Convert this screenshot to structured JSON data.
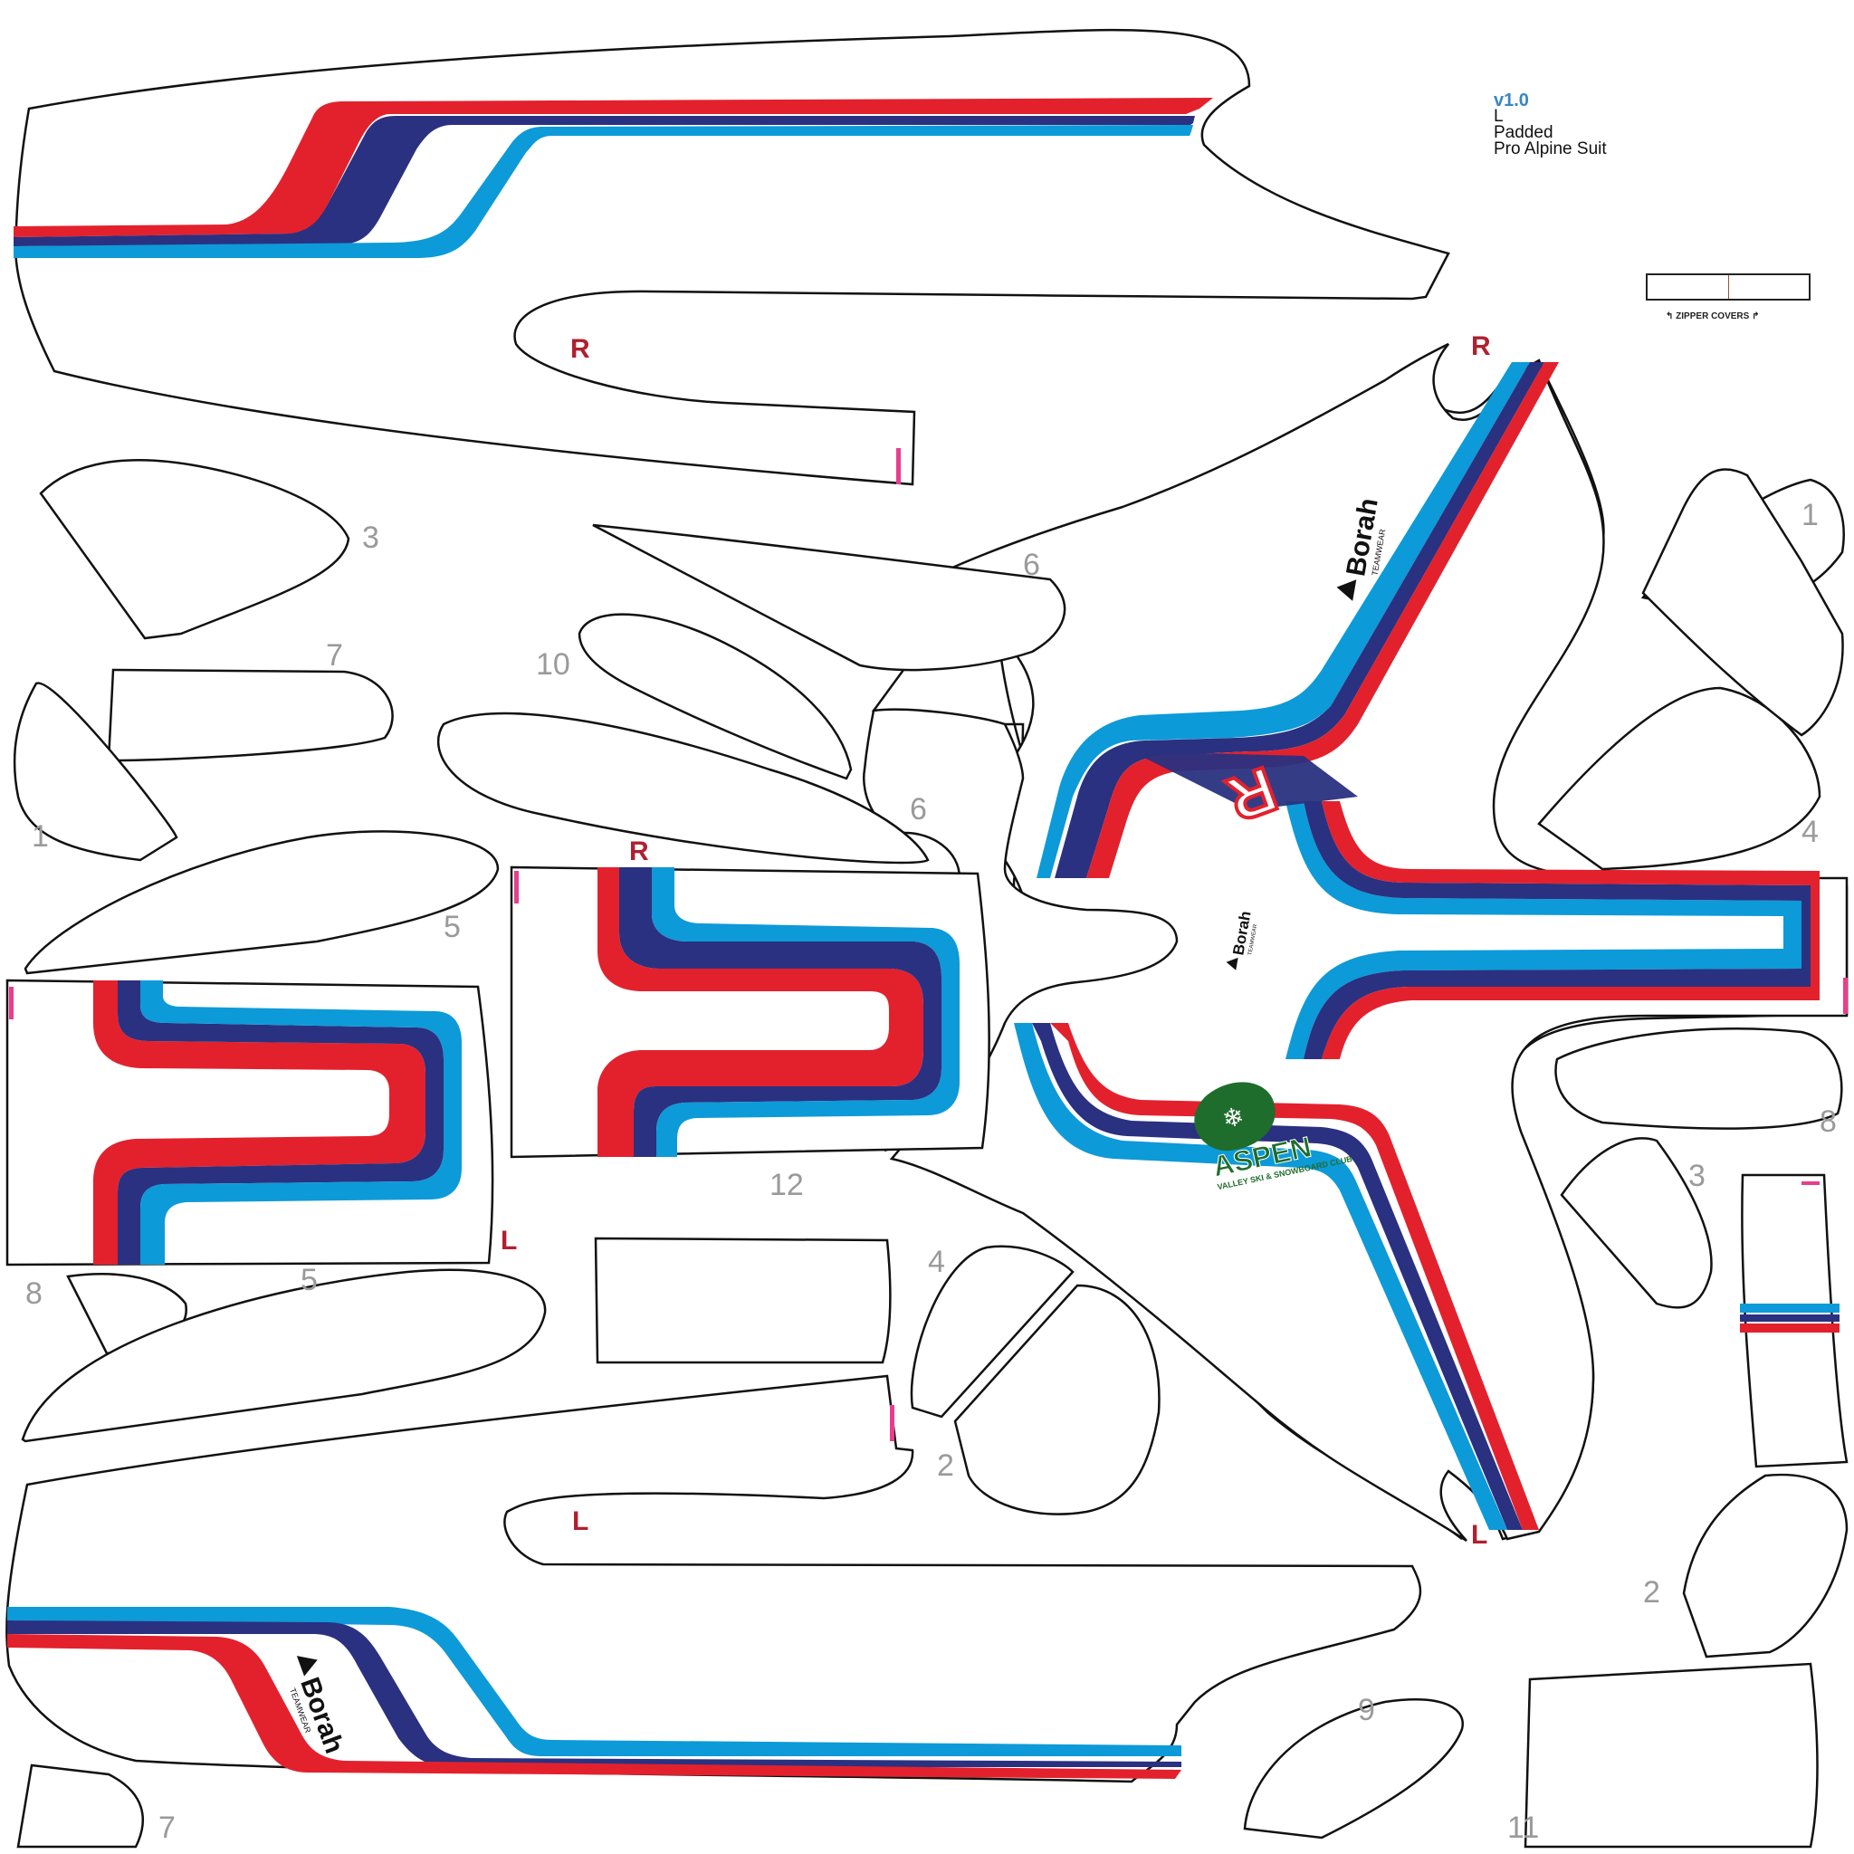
{
  "info": {
    "version": "v1.0",
    "size": "L",
    "variant": "Padded",
    "product": "Pro Alpine Suit"
  },
  "zipper": {
    "label": "ZIPPER COVERS"
  },
  "brand": {
    "name": "Borah",
    "tag": "TEAMWEAR"
  },
  "club": {
    "name": "ASPEN",
    "sub": "VALLEY SKI & SNOWBOARD CLUB"
  },
  "side_markers": [
    "R",
    "L"
  ],
  "piece_numbers": [
    "1",
    "2",
    "3",
    "4",
    "5",
    "6",
    "7",
    "8",
    "9",
    "10",
    "11",
    "12"
  ],
  "colors": {
    "red": "#e3212d",
    "navy": "#2a3180",
    "sky": "#0d9ad8",
    "club_green": "#1f6d2c"
  }
}
